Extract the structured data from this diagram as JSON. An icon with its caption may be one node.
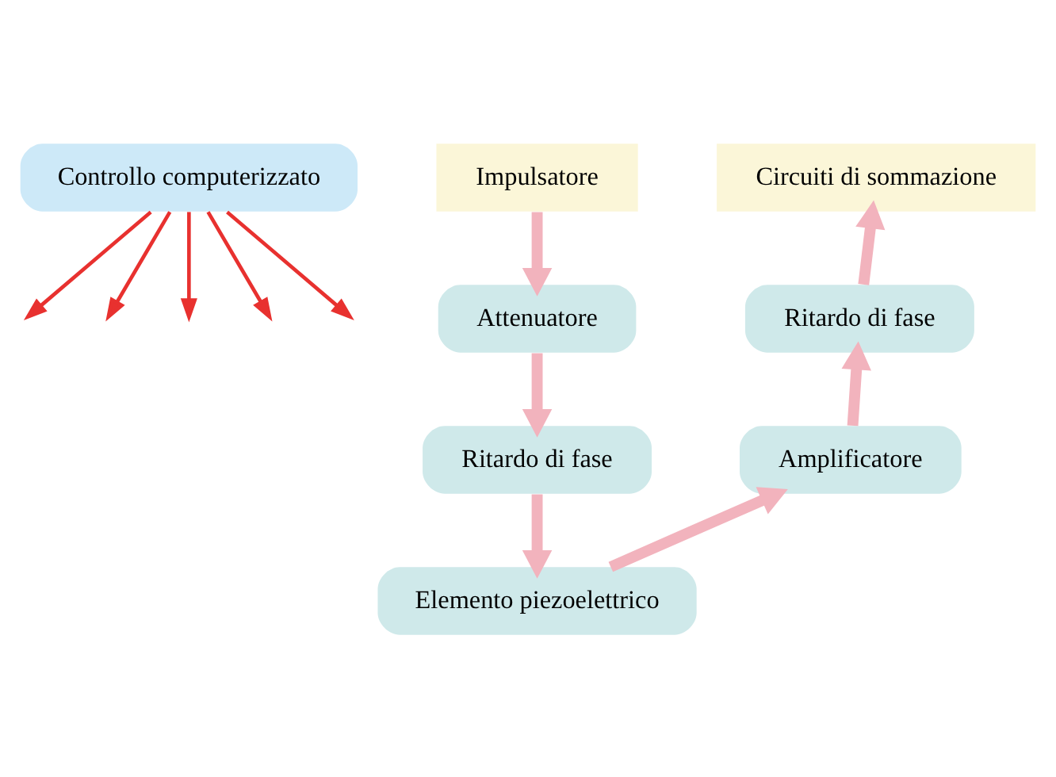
{
  "diagram": {
    "nodes": [
      {
        "text": [
          "Controllo computerizzato"
        ]
      },
      {
        "text": [
          "Impulsatore"
        ]
      },
      {
        "text": [
          "Circuiti di sommazione"
        ]
      },
      {
        "text": [
          "Attenuatore"
        ]
      },
      {
        "text": [
          "Ritardo di fase"
        ]
      },
      {
        "text": [
          "Ritardo di fase"
        ]
      },
      {
        "text": [
          "Amplificatore"
        ]
      },
      {
        "text": [
          "Elemento piezoelettrico"
        ]
      }
    ],
    "edges": [
      {
        "from": 1,
        "to": 3,
        "arrow": "to"
      },
      {
        "from": 3,
        "to": 5,
        "arrow": "to"
      },
      {
        "from": 5,
        "to": 7,
        "arrow": "to"
      },
      {
        "from": 7,
        "to": 6,
        "arrow": "to"
      },
      {
        "from": 6,
        "to": 4,
        "arrow": "to"
      },
      {
        "from": 4,
        "to": 2,
        "arrow": "to"
      },
      {
        "from": 0,
        "to": null,
        "arrow": "to",
        "color": "#e8312f"
      },
      {
        "from": 0,
        "to": null,
        "arrow": "to",
        "color": "#e8312f"
      },
      {
        "from": 0,
        "to": null,
        "arrow": "to",
        "color": "#e8312f"
      },
      {
        "from": 0,
        "to": null,
        "arrow": "to",
        "color": "#e8312f"
      },
      {
        "from": 0,
        "to": null,
        "arrow": "to",
        "color": "#e8312f"
      }
    ]
  }
}
